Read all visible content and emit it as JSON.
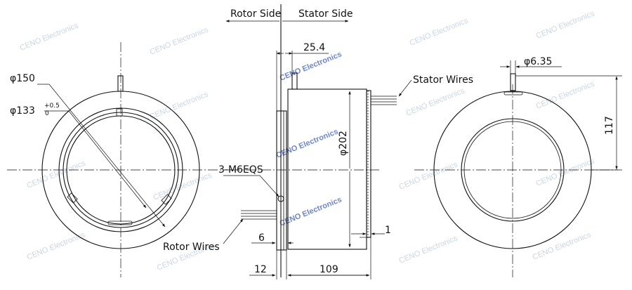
{
  "header": {
    "rotor_side": "Rotor Side",
    "stator_side": "Stator Side"
  },
  "left_view": {
    "dia_outer": "φ150",
    "dia_inner": "φ133",
    "tol_upper": "+0.5",
    "tol_lower": "0"
  },
  "side_view": {
    "dim_top": "25.4",
    "dim_diameter": "φ202",
    "screw_label": "3-M6EQS",
    "rotor_wires": "Rotor Wires",
    "stator_wires": "Stator Wires",
    "dim_6": "6",
    "dim_1": "1",
    "dim_12": "12",
    "dim_109": "109"
  },
  "right_view": {
    "dia_pin": "φ6.35",
    "dim_117": "117"
  },
  "watermark": {
    "text": "CENO Electronics"
  }
}
